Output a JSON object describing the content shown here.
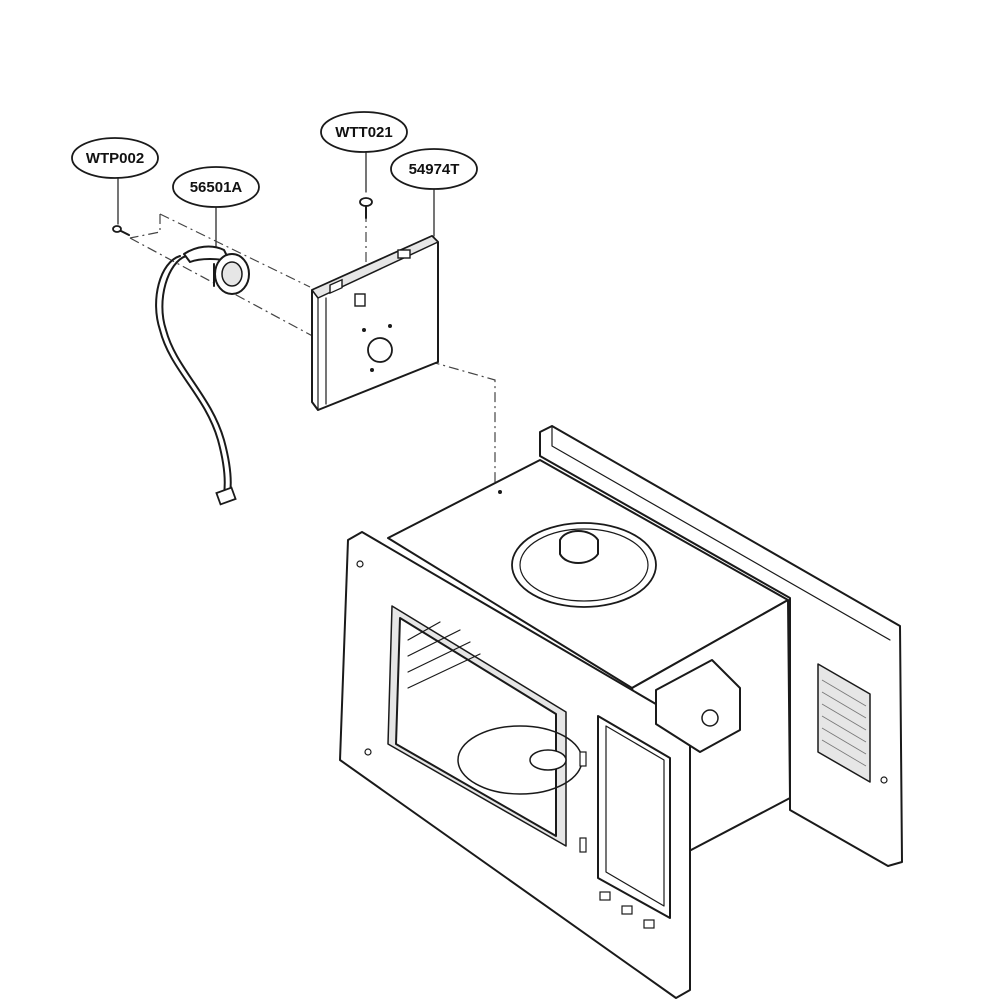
{
  "callouts": [
    {
      "id": "wtp002",
      "label": "WTP002"
    },
    {
      "id": "56501a",
      "label": "56501A"
    },
    {
      "id": "wtt021",
      "label": "WTT021"
    },
    {
      "id": "54974t",
      "label": "54974T"
    }
  ],
  "colors": {
    "line": "#1a1a1a",
    "background": "#ffffff",
    "shade": "#e6e6e6"
  }
}
